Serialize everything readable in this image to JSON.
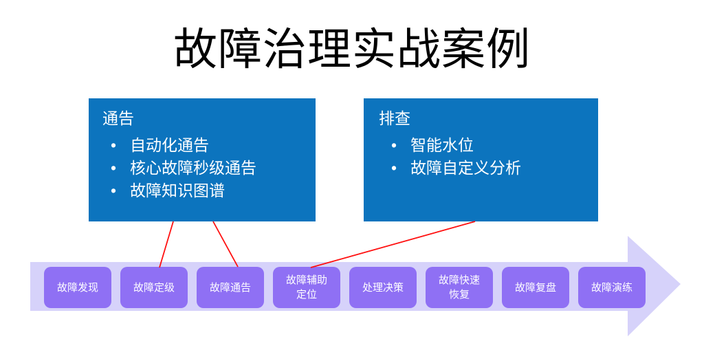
{
  "slide": {
    "title": "故障治理实战案例",
    "background_color": "#ffffff"
  },
  "colors": {
    "card_blue": "#0c74be",
    "chip_purple": "#8f70f4",
    "arrow_band": "#d6d2fa",
    "connector_red": "#ff1010",
    "title_text": "#000000",
    "card_text": "#ffffff",
    "chip_text": "#ffffff"
  },
  "cards": [
    {
      "id": "notify",
      "title": "通告",
      "bullet_glyph": "•",
      "items": [
        "自动化通告",
        "核心故障秒级通告",
        "故障知识图谱"
      ]
    },
    {
      "id": "investigate",
      "title": "排查",
      "bullet_glyph": "•",
      "items": [
        "智能水位",
        "故障自定义分析"
      ]
    }
  ],
  "process": {
    "steps": [
      {
        "id": "discover",
        "label": "故障发现"
      },
      {
        "id": "grade",
        "label": "故障定级"
      },
      {
        "id": "notify",
        "label": "故障通告"
      },
      {
        "id": "locate",
        "label": "故障辅助\n定位"
      },
      {
        "id": "decide",
        "label": "处理决策"
      },
      {
        "id": "recover",
        "label": "故障快速\n恢复"
      },
      {
        "id": "review",
        "label": "故障复盘"
      },
      {
        "id": "drill",
        "label": "故障演练"
      }
    ]
  }
}
